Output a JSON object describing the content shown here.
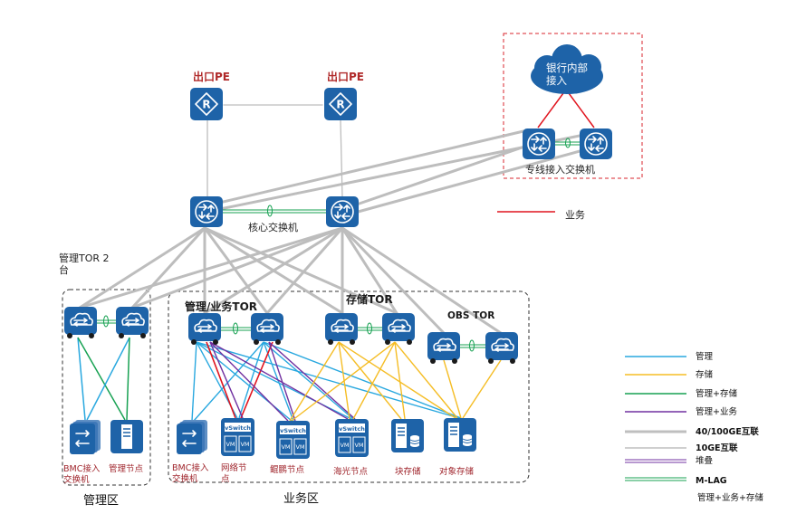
{
  "labels": {
    "pe_left": "出口PE",
    "pe_right": "出口PE",
    "cloud": [
      "银行内部",
      "接入"
    ],
    "dedicated_switch": "专线接入交换机",
    "core_switch": "核心交换机",
    "legend_business": "业务",
    "mgmt_tor": [
      "管理TOR 2",
      "台"
    ],
    "biz_tor": "管理/业务TOR",
    "storage_tor": "存储TOR",
    "obs_tor": "OBS TOR",
    "bmc_left": [
      "BMC接入",
      "交换机"
    ],
    "mgmt_node": "管理节点",
    "bmc_right": [
      "BMC接入",
      "交换机"
    ],
    "network_node": [
      "网络节",
      "点"
    ],
    "kunpeng_node": "鲲鹏节点",
    "hygon_node": "海光节点",
    "block_storage": "块存储",
    "object_storage": "对象存储",
    "zone_mgmt": "管理区",
    "zone_business": "业务区",
    "vswitch": "vSwitch",
    "vm": "VM"
  },
  "legend": [
    {
      "label": "管理",
      "color": "#29a8df",
      "kind": "line"
    },
    {
      "label": "存储",
      "color": "#f5bd25",
      "kind": "line"
    },
    {
      "label": "管理+存储",
      "color": "#17a152",
      "kind": "line"
    },
    {
      "label": "管理+业务",
      "color": "#7030a0",
      "kind": "line"
    },
    {
      "label": "40/100GE互联",
      "color": "#bfbfbf",
      "kind": "thick"
    },
    {
      "label": "10GE互联",
      "color": "#bfbfbf",
      "kind": "thin"
    },
    {
      "label": "堆叠",
      "color": "#7030a0",
      "kind": "stack"
    },
    {
      "label": "M-LAG",
      "color": "#17a152",
      "kind": "mlag"
    },
    {
      "label": "管理+业务+存储",
      "color": "",
      "kind": "none"
    }
  ],
  "colors": {
    "device": "#1e63a8",
    "red": "#e0141e",
    "grey_thick": "#bdbdbd",
    "management": "#29a8df",
    "storage": "#f5bd25",
    "mgmt_storage": "#17a152",
    "mgmt_business": "#7030a0"
  }
}
